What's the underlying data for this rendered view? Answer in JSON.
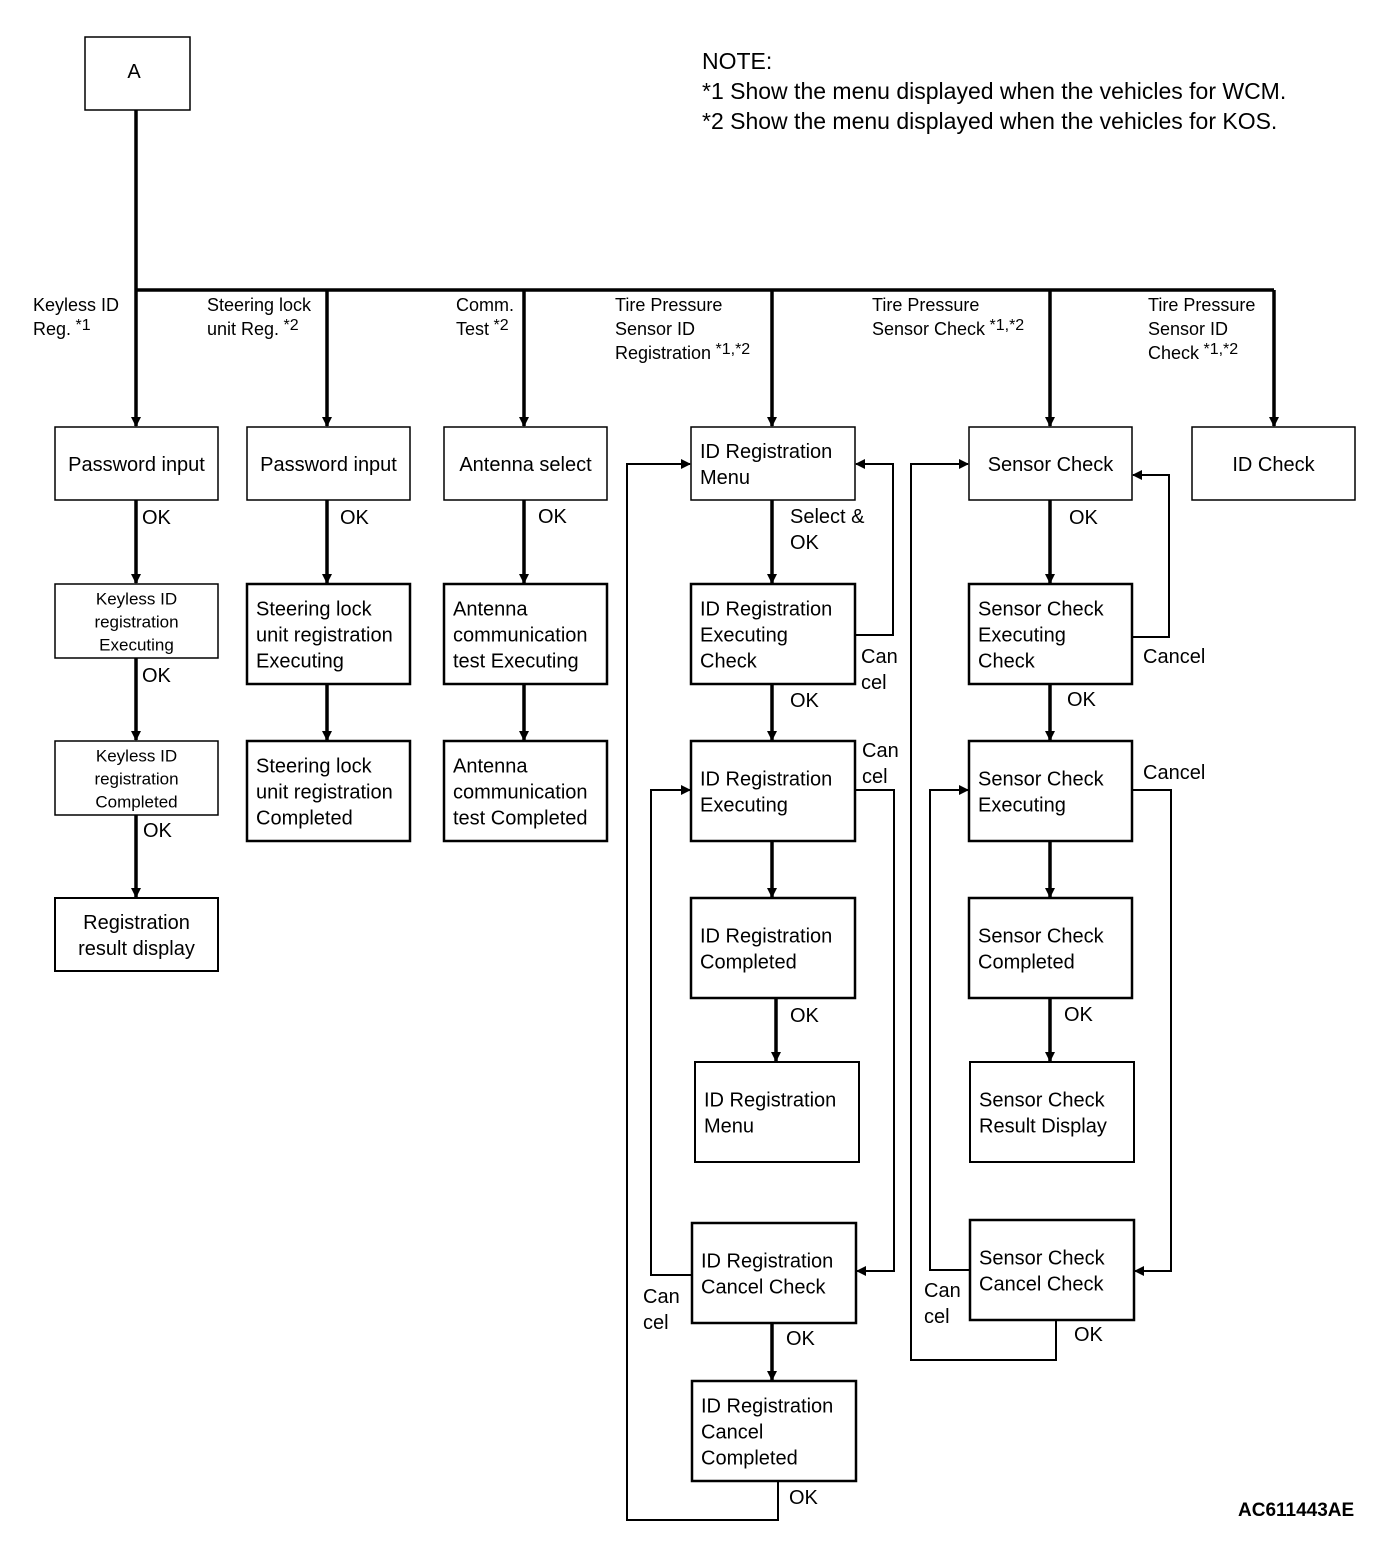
{
  "start": "A",
  "note": {
    "title": "NOTE:",
    "lines": [
      "*1 Show the menu displayed when the vehicles for WCM.",
      "*2 Show the menu displayed when the vehicles for KOS."
    ]
  },
  "figure_id": "AC611443AE",
  "branches": [
    {
      "label": [
        "Keyless ID",
        "Reg."
      ],
      "sup": "*1"
    },
    {
      "label": [
        "Steering lock",
        "unit Reg."
      ],
      "sup": "*2"
    },
    {
      "label": [
        "Comm.",
        "Test"
      ],
      "sup": "*2"
    },
    {
      "label": [
        "Tire Pressure",
        "Sensor ID",
        "Registration"
      ],
      "sup": "*1,*2"
    },
    {
      "label": [
        "Tire Pressure",
        "Sensor Check"
      ],
      "sup": "*1,*2"
    },
    {
      "label": [
        "Tire Pressure",
        "Sensor ID",
        "Check"
      ],
      "sup": "*1,*2"
    }
  ],
  "boxes": {
    "b1_1": [
      "Password input"
    ],
    "b1_2": [
      "Keyless ID",
      "registration",
      "Executing"
    ],
    "b1_3": [
      "Keyless ID",
      "registration",
      "Completed"
    ],
    "b1_4": [
      "Registration",
      "result display"
    ],
    "b2_1": [
      "Password input"
    ],
    "b2_2": [
      "Steering lock",
      "unit registration",
      "Executing"
    ],
    "b2_3": [
      "Steering lock",
      "unit registration",
      "Completed"
    ],
    "b3_1": [
      "Antenna select"
    ],
    "b3_2": [
      "Antenna",
      "communication",
      "test Executing"
    ],
    "b3_3": [
      "Antenna",
      "communication",
      "test Completed"
    ],
    "b4_1": [
      "ID Registration",
      "Menu"
    ],
    "b4_2": [
      "ID Registration",
      "Executing",
      "Check"
    ],
    "b4_3": [
      "ID Registration",
      "Executing"
    ],
    "b4_4": [
      "ID Registration",
      "Completed"
    ],
    "b4_5": [
      "ID Registration",
      "Menu"
    ],
    "b4_6": [
      "ID Registration",
      "Cancel Check"
    ],
    "b4_7": [
      "ID Registration",
      "Cancel",
      "Completed"
    ],
    "b5_1": [
      "Sensor Check"
    ],
    "b5_2": [
      "Sensor Check",
      "Executing",
      "Check"
    ],
    "b5_3": [
      "Sensor Check",
      "Executing"
    ],
    "b5_4": [
      "Sensor Check",
      "Completed"
    ],
    "b5_5": [
      "Sensor Check",
      "Result Display"
    ],
    "b5_6": [
      "Sensor Check",
      "Cancel Check"
    ],
    "b6_1": [
      "ID Check"
    ]
  },
  "edge_labels": {
    "ok": "OK",
    "select_ok": [
      "Select &",
      "OK"
    ],
    "cancel_split": [
      "Can",
      "cel"
    ],
    "cancel": "Cancel"
  }
}
